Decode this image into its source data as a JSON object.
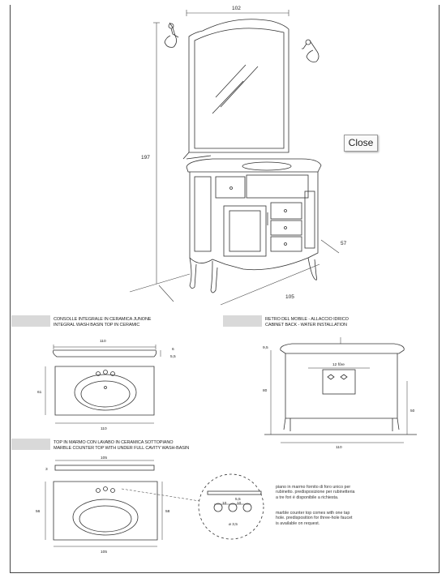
{
  "close_button": {
    "label": "Close"
  },
  "top_view": {
    "dim_width": "102",
    "dim_height": "197",
    "dim_depth": "57",
    "dim_base": "105"
  },
  "section1": {
    "title_it": "CONSOLLE INTEGRALE IN CERAMICA JUNONE",
    "title_en": "INTEGRAL WASH BASIN TOP IN CERAMIC",
    "dim_top": "110",
    "dim_h1": "6",
    "dim_h2": "5,5",
    "dim_left": "61",
    "dim_bottom": "110"
  },
  "section2": {
    "title_it": "RETRO DEL MOBILE - ALLACCIO IDRICO",
    "title_en": "CABINET BACK - WATER INSTALLATION",
    "dim_left_top": "9,5",
    "dim_inner": "12 fôre",
    "dim_height": "80",
    "dim_right": "50",
    "dim_bottom": "110"
  },
  "section3": {
    "title_it": "TOP IN MARMO CON LAVABO IN CERAMICA SOTTOPIANO",
    "title_en": "MARBLE COUNTER TOP WITH UNDER FULL CAVITY WASH-BASIN",
    "dim_top": "105",
    "dim_thick": "3",
    "dim_left": "56",
    "dim_right": "58",
    "dim_bottom": "105",
    "dim_hole_a": "10",
    "dim_hole_b": "10",
    "dim_hole_c": "5,5",
    "dim_hole_d": "ø 3,5",
    "note_it": "piano in marmo fornito di foro unico per rubinetto. predisposizione per rubinetteria a tre fori è disponibile a richiesta.",
    "note_en": "marble counter top comes with one tap hole. predisposition for three-hole faucet is available on request."
  }
}
